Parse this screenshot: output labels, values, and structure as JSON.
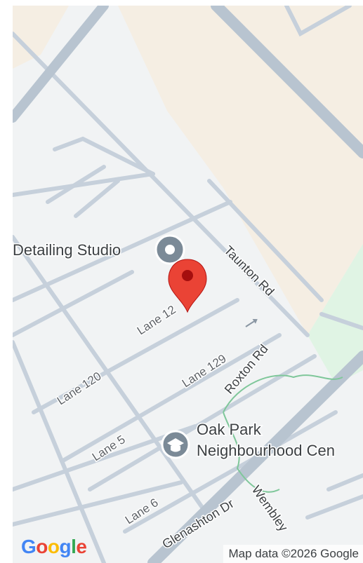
{
  "map": {
    "colors": {
      "background": "#f1f3f4",
      "road": "#c6d0db",
      "major_road": "#b8c4d0",
      "urban_area": "#f5eee3",
      "park": "#e0f4e4",
      "park_outline": "#7fc79a",
      "marker": "#ea4335",
      "marker_dot": "#a50e0e",
      "poi_pin": "#7b8a97"
    },
    "roads": {
      "taunton": "Taunton Rd",
      "roxton": "Roxton Rd",
      "glenashton": "Glenashton Dr",
      "wembley": "Wembley",
      "lane_12x": "Lane 12",
      "lane_120": "Lane 120",
      "lane_129": "Lane 129",
      "lane_5": "Lane 5",
      "lane_6": "Lane 6"
    },
    "pois": {
      "detailing": {
        "label": "Detailing Studio",
        "icon": "place-pin-icon"
      },
      "oak_park": {
        "line1": "Oak Park",
        "line2": "Neighbourhood Cen",
        "icon": "school-icon"
      }
    },
    "marker": {
      "icon": "red-location-marker-icon"
    }
  },
  "footer": {
    "logo": {
      "letters": [
        {
          "ch": "G",
          "color": "#4285f4"
        },
        {
          "ch": "o",
          "color": "#ea4335"
        },
        {
          "ch": "o",
          "color": "#fbbc05"
        },
        {
          "ch": "g",
          "color": "#4285f4"
        },
        {
          "ch": "l",
          "color": "#34a853"
        },
        {
          "ch": "e",
          "color": "#ea4335"
        }
      ]
    },
    "attribution": "Map data ©2026 Google"
  }
}
